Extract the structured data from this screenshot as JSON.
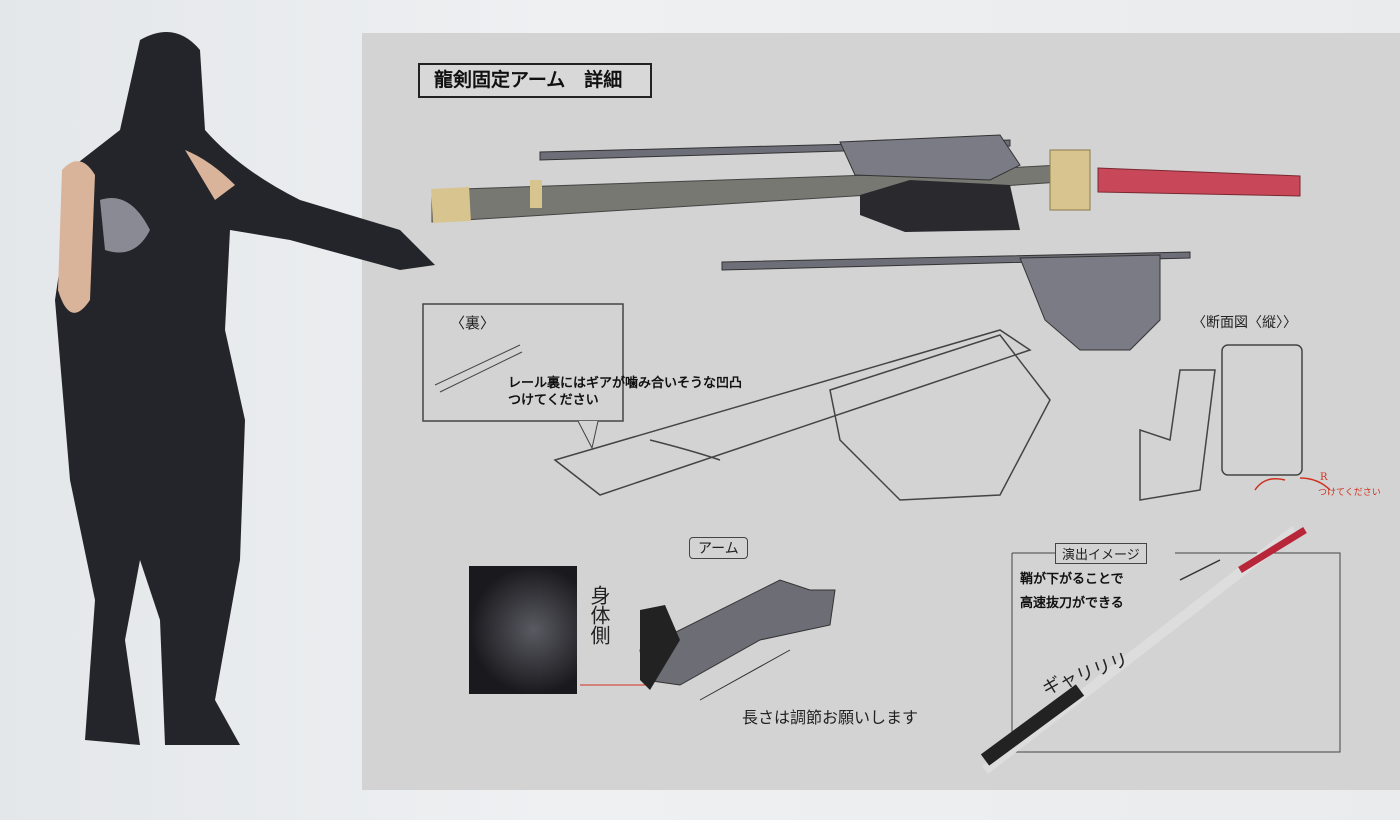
{
  "title": "龍剣固定アーム　詳細",
  "callout_back": {
    "label": "〈裏〉",
    "note_line1": "レール裏にはギアが噛み合いそうな凹凸",
    "note_line2": "つけてください"
  },
  "section_view": {
    "label": "〈断面図〈縦〉〉",
    "note_r": "R",
    "note_text": "つけてください"
  },
  "arm": {
    "label": "アーム",
    "body_side": "身体側",
    "length_note": "長さは調節お願いします"
  },
  "effect": {
    "label": "演出イメージ",
    "line1": "鞘が下がることで",
    "line2": "高速抜刀ができる",
    "sfx": "ギャリリリ"
  },
  "colors": {
    "panel": "#d3d3d3",
    "armor": "#1e1f23",
    "hilt": "#c8485a",
    "gold": "#d8c48e",
    "note_red": "#d0301e"
  }
}
